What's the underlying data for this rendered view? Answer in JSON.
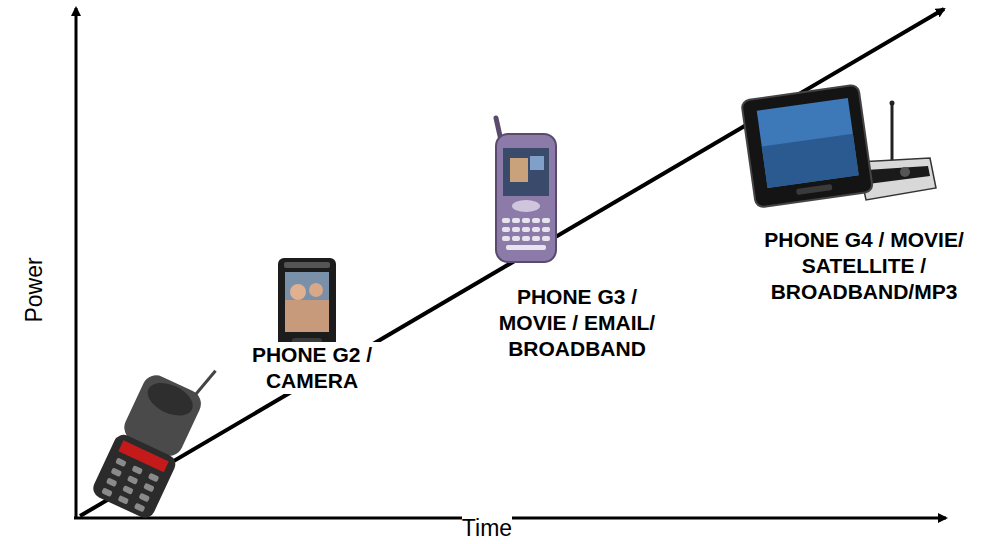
{
  "diagram": {
    "labels": [
      "Power",
      "Time",
      "PHONE G2 / CAMERA",
      "PHONE G3 / MOVIE / EMAIL/ BROADBAND",
      "PHONE G4 / MOVIE/ SATELLITE / BROADBAND/MP3"
    ]
  }
}
